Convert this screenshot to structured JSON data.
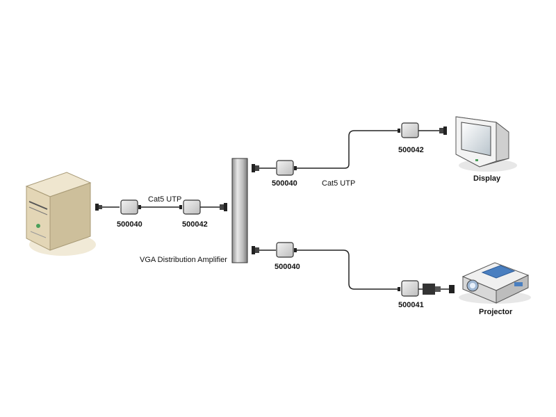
{
  "labels": {
    "src_tx": "500040",
    "src_rx": "500042",
    "src_cable": "Cat5 UTP",
    "amp": "VGA Distribution Amplifier",
    "top_tx": "500040",
    "top_cable": "Cat5 UTP",
    "top_rx": "500042",
    "display": "Display",
    "bot_tx": "500040",
    "bot_rx": "500041",
    "projector": "Projector"
  },
  "icons": {
    "computer": "tower-pc-icon",
    "display": "crt-monitor-icon",
    "projector": "projector-icon",
    "extender": "extender-box-icon",
    "connector": "vga-connector-icon"
  },
  "colors": {
    "line": "#222222",
    "box_fill": "#d9d9d9",
    "beige": "#e7dcc2",
    "beige_dark": "#cfc1a0",
    "projector_blue": "#4a7fc0"
  }
}
